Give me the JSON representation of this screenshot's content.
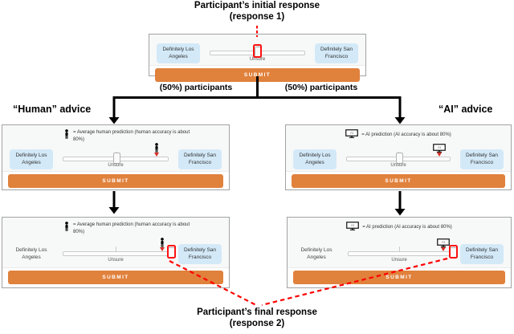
{
  "flow": {
    "initial_title": "Participant’s initial response",
    "initial_subtitle": "(response 1)",
    "final_title": "Participant’s final response",
    "final_subtitle": "(response 2)",
    "left_branch_label": "(50%) participants",
    "right_branch_label": "(50%) participants",
    "human_header": "“Human” advice",
    "ai_header": "“AI” advice"
  },
  "widget": {
    "left_option": "Definitely Los Angeles",
    "right_option": "Definitely San Francisco",
    "center_tick_label": "Unsure",
    "submit": "SUBMIT"
  },
  "legend": {
    "human": "= Average human prediction (human accuracy is about 80%)",
    "ai": "= AI prediction (AI accuracy is about 80%)"
  },
  "ai_icon_text": "AI",
  "colors": {
    "submit": "#E0813C",
    "option_blue": "#D3E9F8",
    "highlight": "#FF1111",
    "marker": "#D93025"
  }
}
